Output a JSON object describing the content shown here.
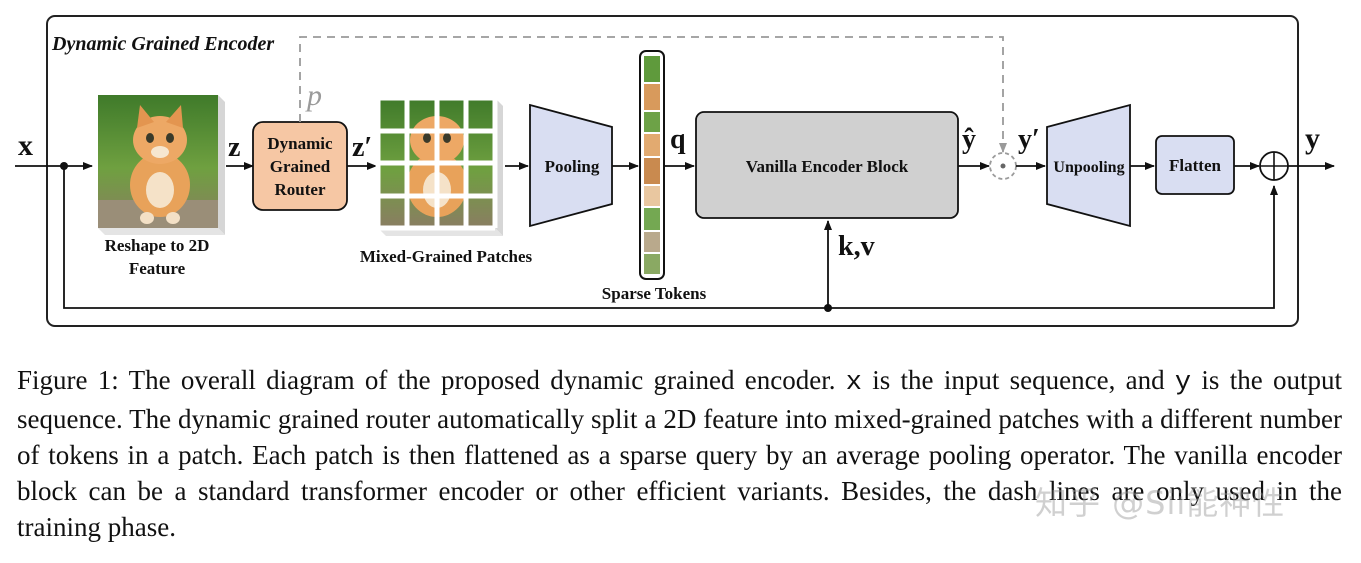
{
  "diagram": {
    "encoder_title": "Dynamic Grained Encoder",
    "input_label": "x",
    "z_label": "z",
    "zprime_label": "z′",
    "p_label": "p",
    "router_label_1": "Dynamic",
    "router_label_2": "Grained",
    "router_label_3": "Router",
    "reshape_label_1": "Reshape to 2D",
    "reshape_label_2": "Feature",
    "patches_label": "Mixed-Grained Patches",
    "pooling_label": "Pooling",
    "sparse_tokens_label": "Sparse Tokens",
    "q_label": "q",
    "encoder_block_label": "Vanilla Encoder Block",
    "kv_label": "k,v",
    "yhat_label": "ŷ",
    "yprime_label": "y′",
    "unpooling_label": "Unpooling",
    "flatten_label": "Flatten",
    "output_label": "y",
    "colors": {
      "router_fill": "#f6c7a4",
      "pool_fill": "#d9def2",
      "block_fill": "#d0d0d0",
      "dash": "#9a9a9a"
    }
  },
  "caption": {
    "p1": "Figure 1: The overall diagram of the proposed dynamic grained encoder. ",
    "x": "x",
    "p2": " is the input sequence, and ",
    "y": "y",
    "p3": " is the output sequence. The dynamic grained router automatically split a 2D feature into mixed-grained patches with a different number of tokens in a patch. Each patch is then flattened as a sparse query by an average pooling operator. The vanilla encoder block can be a standard transformer encoder or other efficient variants. Besides, the dash lines are only used in the training phase."
  },
  "watermark": "知乎 @Sii能神性"
}
